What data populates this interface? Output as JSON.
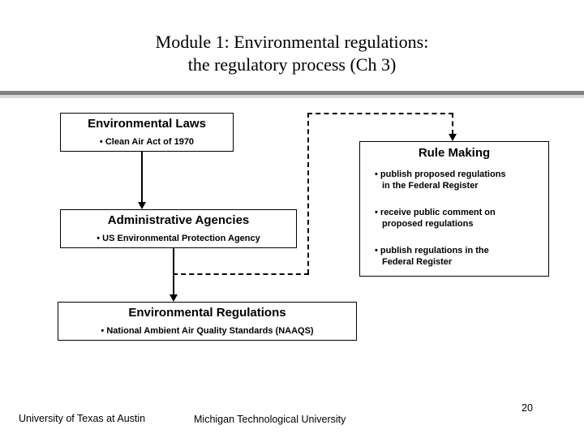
{
  "title": {
    "line1": "Module 1: Environmental regulations:",
    "line2": "the regulatory process (Ch 3)"
  },
  "diagram": {
    "environmental_laws": {
      "heading": "Environmental Laws",
      "bullet": "• Clean Air Act of 1970"
    },
    "administrative_agencies": {
      "heading": "Administrative Agencies",
      "bullet": "• US Environmental Protection Agency"
    },
    "environmental_regulations": {
      "heading": "Environmental Regulations",
      "bullet": "• National Ambient Air Quality Standards (NAAQS)"
    },
    "rule_making": {
      "heading": "Rule Making",
      "items": [
        {
          "line1": "• publish proposed regulations",
          "line2": "in the Federal Register"
        },
        {
          "line1": "• receive public comment on",
          "line2": "proposed regulations"
        },
        {
          "line1": "• publish regulations in the",
          "line2": "Federal Register"
        }
      ]
    }
  },
  "footer": {
    "left": "University of Texas at Austin",
    "center": "Michigan Technological University",
    "slide_number": "20"
  }
}
